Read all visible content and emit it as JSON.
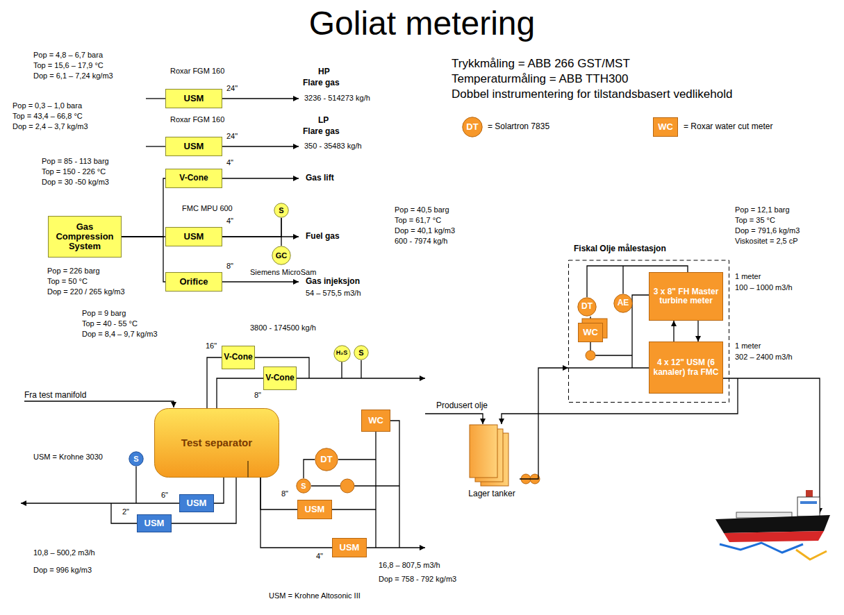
{
  "diagram": {
    "title": "Goliat metering",
    "nodes": [
      {
        "text": [
          "USM"
        ]
      },
      {
        "text": [
          "USM"
        ]
      },
      {
        "text": [
          "V-Cone"
        ]
      },
      {
        "text": [
          "Gas Compression System"
        ]
      },
      {
        "text": [
          "USM"
        ]
      },
      {
        "text": [
          "S"
        ]
      },
      {
        "text": [
          "GC"
        ]
      },
      {
        "text": [
          "Orifice"
        ]
      },
      {
        "text": [
          "V-Cone"
        ]
      },
      {
        "text": [
          "V-Cone"
        ]
      },
      {
        "text": [
          "H₂S"
        ]
      },
      {
        "text": [
          "S"
        ]
      },
      {
        "text": [
          "Test separator"
        ]
      },
      {
        "text": [
          "S"
        ]
      },
      {
        "text": [
          "USM"
        ]
      },
      {
        "text": [
          "USM"
        ]
      },
      {
        "text": [
          "USM"
        ]
      },
      {
        "text": [
          "USM"
        ]
      },
      {
        "text": [
          "DT"
        ]
      },
      {
        "text": [
          "S"
        ]
      },
      {
        "text": [
          "WC"
        ]
      },
      {
        "text": [
          "Fiskal Olje målestasjon"
        ]
      },
      {
        "text": [
          "DT"
        ],
        "in": 21
      },
      {
        "text": [
          "AE"
        ],
        "in": 21
      },
      {
        "text": [
          "WC"
        ],
        "in": 21
      },
      {
        "text": [
          "3 x 8\" FH Master turbine meter"
        ],
        "in": 21
      },
      {
        "text": [
          "4 x 12\" USM (6 kanaler) fra FMC"
        ],
        "in": 21
      },
      {
        "text": [
          "Lager tanker"
        ]
      },
      {
        "text": [
          "DT"
        ]
      },
      {
        "text": [
          "WC"
        ]
      }
    ],
    "edges": [
      {
        "from": 3,
        "to": 2,
        "arrow": "none"
      },
      {
        "from": 3,
        "to": 4,
        "arrow": "none"
      },
      {
        "from": 3,
        "to": 7,
        "arrow": "none"
      },
      {
        "from": 4,
        "to": 5,
        "arrow": "none"
      },
      {
        "from": 5,
        "to": 6,
        "arrow": "none"
      },
      {
        "from": 12,
        "to": 8,
        "arrow": "none"
      },
      {
        "from": 12,
        "to": 9,
        "arrow": "none"
      },
      {
        "from": 12,
        "to": 14,
        "arrow": "none"
      },
      {
        "from": 12,
        "to": 15,
        "arrow": "none"
      },
      {
        "from": 12,
        "to": 16,
        "arrow": "none"
      },
      {
        "from": 12,
        "to": 17,
        "arrow": "none"
      },
      {
        "from": 27,
        "to": 21,
        "arrow": "to"
      },
      {
        "from": 26,
        "to": 25,
        "arrow": "to"
      },
      {
        "from": 25,
        "to": 26,
        "arrow": "to"
      }
    ],
    "labels": [
      "Pop = 4,8 – 6,7 bara",
      "Top = 15,6 – 17,9 °C",
      "Dop = 6,1 – 7,24 kg/m3",
      "Roxar FGM 160",
      "24\"",
      "HP",
      "Flare gas",
      "3236 - 514273 kg/h",
      "Pop = 0,3 – 1,0 bara",
      "Top = 43,4 – 66,8 °C",
      "Dop = 2,4 – 3,7 kg/m3",
      "Roxar FGM 160",
      "24\"",
      "LP",
      "Flare gas",
      "350 - 35483 kg/h",
      "Trykkmåling = ABB 266 GST/MST",
      "Temperaturmåling = ABB TTH300",
      "Dobbel instrumentering for tilstandsbasert vedlikehold",
      "= Solartron 7835",
      "= Roxar water cut meter",
      "Pop = 85 - 113 barg",
      "Top = 150 - 226 °C",
      "Dop = 30 -50 kg/m3",
      "4\"",
      "Gas lift",
      "FMC MPU 600",
      "4\"",
      "Fuel gas",
      "Siemens MicroSam",
      "Pop = 40,5 barg",
      "Top = 61,7 °C",
      "Dop = 40,1 kg/m3",
      "600 - 7974 kg/h",
      "Pop = 226 barg",
      "Top = 50 °C",
      "Dop = 220 / 265 kg/m3",
      "8\"",
      "Gas injeksjon",
      "54 – 575,5 m3/h",
      "Pop = 9 barg",
      "Top = 40 - 55 °C",
      "Dop = 8,4 – 9,7 kg/m3",
      "3800 - 174500 kg/h",
      "16\"",
      "8\"",
      "Fra test manifold",
      "USM = Krohne 3030",
      "6\"",
      "2\"",
      "10,8 – 500,2 m3/h",
      "Dop = 996 kg/m3",
      "8\"",
      "4\"",
      "16,8 – 807,5 m3/h",
      "Dop = 758 - 792 kg/m3",
      "USM = Krohne Altosonic III",
      "Produsert olje",
      "Pop = 12,1 barg",
      "Top = 35 °C",
      "Dop = 791,6 kg/m3",
      "Viskositet = 2,5 cP",
      "1 meter",
      "100 – 1000 m3/h",
      "1 meter",
      "302 – 2400 m3/h"
    ]
  }
}
